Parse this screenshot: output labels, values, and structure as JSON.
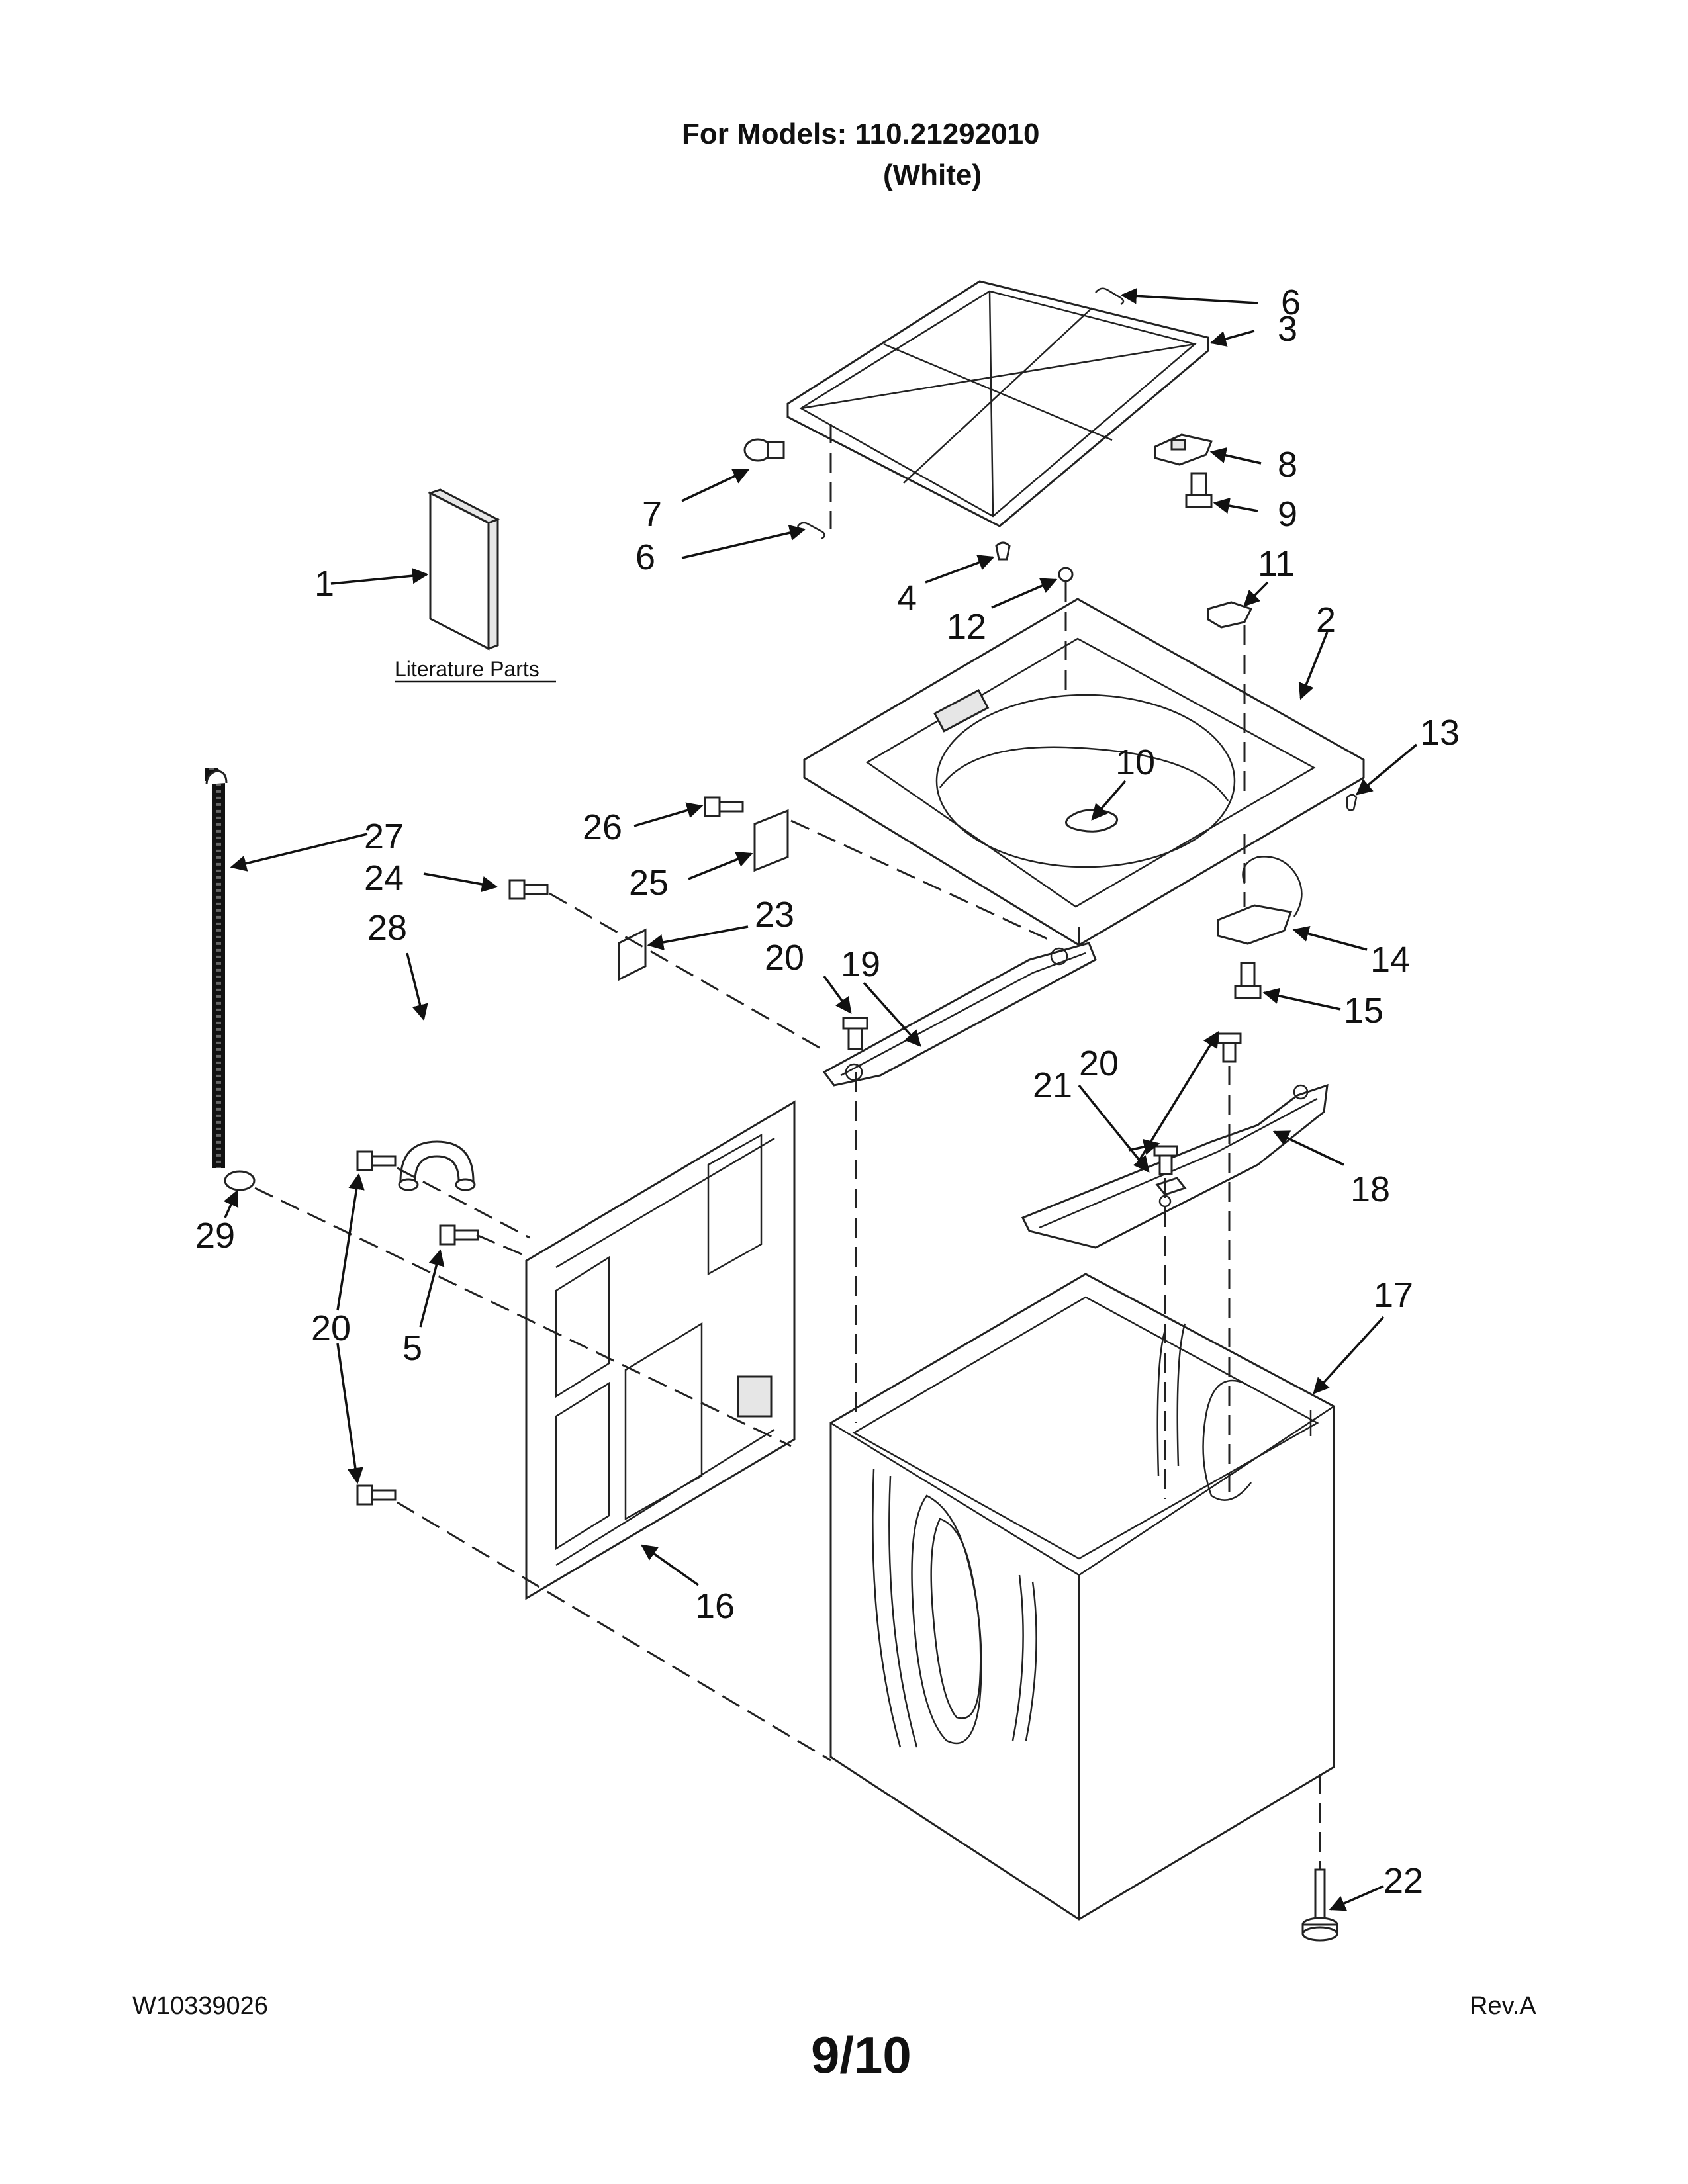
{
  "header": {
    "models_line": "For Models: 110.21292010",
    "color_line": "(White)"
  },
  "literature_label": "Literature Parts",
  "callouts": {
    "c1": "1",
    "c2": "2",
    "c3": "3",
    "c4": "4",
    "c5": "5",
    "c6a": "6",
    "c6b": "6",
    "c7": "7",
    "c8": "8",
    "c9": "9",
    "c10": "10",
    "c11": "11",
    "c12": "12",
    "c13": "13",
    "c14": "14",
    "c15": "15",
    "c16": "16",
    "c17": "17",
    "c18": "18",
    "c19": "19",
    "c20a": "20",
    "c20b": "20",
    "c20c": "20",
    "c21": "21",
    "c22": "22",
    "c23": "23",
    "c24": "24",
    "c25": "25",
    "c26": "26",
    "c27": "27",
    "c28": "28",
    "c29": "29"
  },
  "footer": {
    "doc_number": "W10339026",
    "page": "9/10",
    "revision": "Rev.A"
  }
}
